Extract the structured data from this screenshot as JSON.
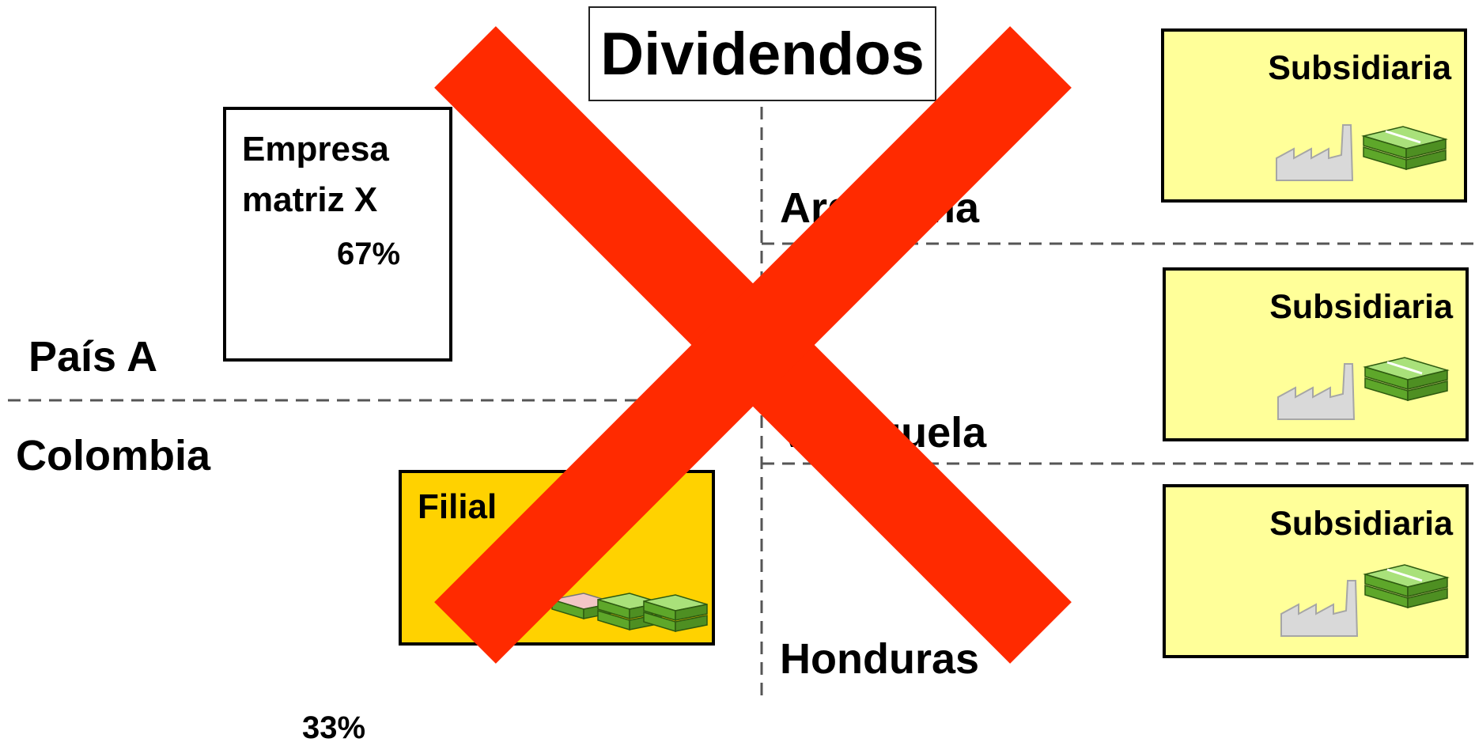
{
  "title": "Dividendos",
  "parent": {
    "label": "Empresa matriz X",
    "ownership": "67%"
  },
  "other_ownership": "33%",
  "filial": {
    "label": "Filial",
    "icon": "money-stack-icon"
  },
  "countries": {
    "pais_a": "País A",
    "colombia": "Colombia",
    "argentina": "Argentina",
    "venezuela": "Venezuela",
    "honduras": "Honduras"
  },
  "subsidiaries": [
    {
      "label": "Subsidiaria",
      "icons": [
        "factory-icon",
        "money-stack-icon"
      ]
    },
    {
      "label": "Subsidiaria",
      "icons": [
        "factory-icon",
        "money-stack-icon"
      ]
    },
    {
      "label": "Subsidiaria",
      "icons": [
        "factory-icon",
        "money-stack-icon"
      ]
    }
  ],
  "colors": {
    "cross": "#ff2a00",
    "filial_fill": "#ffd200",
    "subsidiary_fill": "#ffff99",
    "money_green": "#6cbf2a",
    "factory_gray": "#d9d9d9"
  }
}
